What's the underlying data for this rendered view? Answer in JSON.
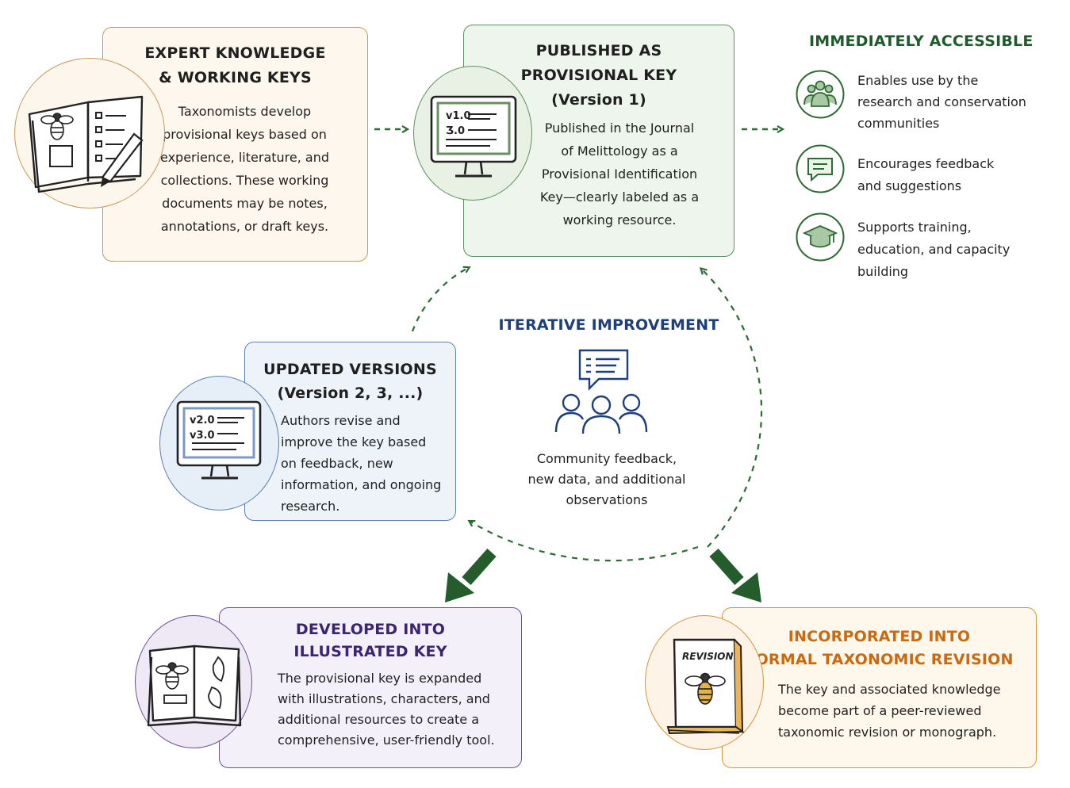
{
  "expert": {
    "title_line1": "EXPERT KNOWLEDGE",
    "title_line2": "& WORKING KEYS",
    "body": "Taxonomists develop provisional keys based on experience, literature, and collections. These working documents may be notes, annotations, or draft keys."
  },
  "published": {
    "title_line1": "PUBLISHED AS",
    "title_line2": "PROVISIONAL KEY",
    "title_line3": "(Version 1)",
    "body": "Published in the Journal of Melittology as a Provisional Identification Key—clearly labeled as a working resource.",
    "screen_line1": "v1.0",
    "screen_line2": "Ʒ.0"
  },
  "accessible": {
    "title": "IMMEDIATELY ACCESSIBLE",
    "items": [
      {
        "icon": "people-group-icon",
        "text": "Enables use by the research and conservation communities"
      },
      {
        "icon": "chat-bubble-icon",
        "text": "Encourages feedback and suggestions"
      },
      {
        "icon": "graduation-cap-icon",
        "text": "Supports training, education, and capacity building"
      }
    ]
  },
  "iterative": {
    "title": "ITERATIVE IMPROVEMENT",
    "body": "Community feedback, new data, and additional observations"
  },
  "updated": {
    "title_line1": "UPDATED VERSIONS",
    "title_line2": "(Version 2, 3, ...)",
    "body": "Authors revise and improve the key based on feedback, new information, and ongoing research.",
    "screen_line1": "v2.0",
    "screen_line2": "v3.0"
  },
  "illustrated": {
    "title_line1": "DEVELOPED INTO",
    "title_line2": "ILLUSTRATED KEY",
    "body": "The provisional key is expanded with illustrations, characters, and additional resources to create a comprehensive, user-friendly tool."
  },
  "revision": {
    "title_line1": "INCORPORATED INTO",
    "title_line2": "FORMAL TAXONOMIC REVISION",
    "body": "The key and associated knowledge become part of a peer-reviewed taxonomic revision or monograph.",
    "book_label": "REVISION"
  },
  "colors": {
    "orange_border": "#c9995a",
    "orange_fill": "#fdf7ee",
    "green_border": "#5f9160",
    "green_fill": "#eef5ec",
    "green_dark": "#1f5b2a",
    "blue_border": "#5b80b2",
    "blue_fill": "#eef3fa",
    "navy": "#1d3f7a",
    "purple_border": "#6c5197",
    "purple_fill": "#f4f0f9",
    "purple_title": "#3b2570",
    "amber_border": "#d8953c",
    "amber_fill": "#fef7ec",
    "amber_title": "#c96a12",
    "arrow_green": "#245c2b"
  }
}
